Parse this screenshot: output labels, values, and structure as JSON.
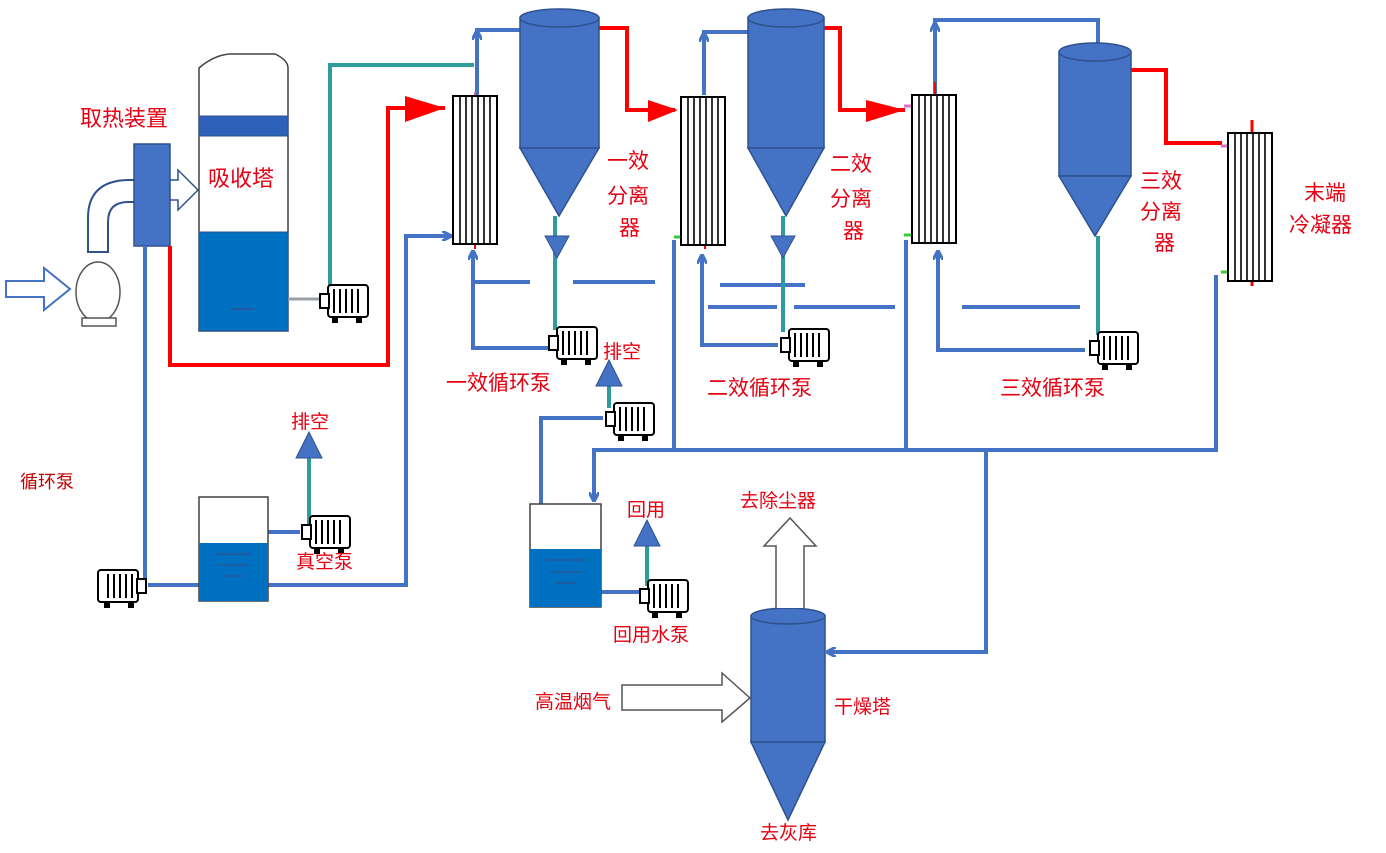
{
  "labels": {
    "heat_device": "取热装置",
    "absorber": "吸收塔",
    "circ_pump": "循环泵",
    "sep1": [
      "一效",
      "分离",
      "器"
    ],
    "sep2": [
      "二效",
      "分离",
      "器"
    ],
    "sep3": [
      "三效",
      "分离",
      "器"
    ],
    "condenser": [
      "末端",
      "冷凝器"
    ],
    "pump1": "一效循环泵",
    "pump2": "二效循环泵",
    "pump3": "三效循环泵",
    "vent1": "排空",
    "vent2": "排空",
    "vacuum_pump": "真空泵",
    "reuse": "回用",
    "reuse_pump": "回用水泵",
    "to_dust": "去除尘器",
    "flue_gas": "高温烟气",
    "dryer": "干燥塔",
    "ash": "去灰库"
  },
  "colors": {
    "vessel_blue": "#4472c4",
    "pipe_blue": "#4472c4",
    "steam_red": "#ff0000",
    "vacuum_teal": "#2e9c9a",
    "liquid_blue": "#0070c0",
    "label_red": "#e60012"
  }
}
